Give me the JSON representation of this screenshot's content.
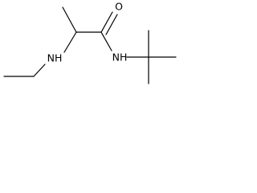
{
  "structure": {
    "atoms": {
      "oxygen": "O",
      "amide_nh": "NH",
      "amine_nh": "NH"
    }
  },
  "colors": {
    "bond": "#000000",
    "label": "#000000",
    "background": "#ffffff"
  }
}
